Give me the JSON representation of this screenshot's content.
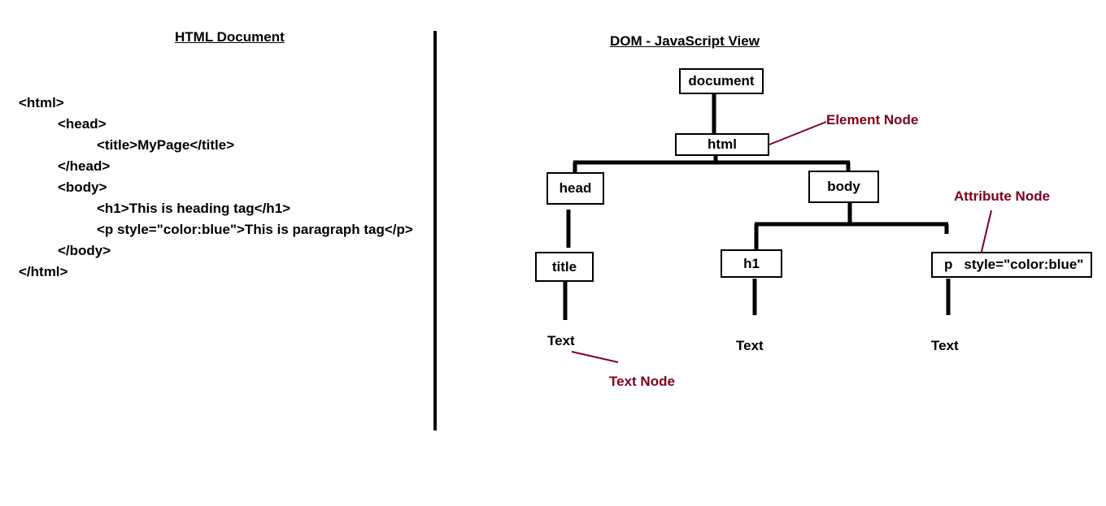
{
  "left_panel": {
    "heading": "HTML Document",
    "code_lines": [
      "<html>",
      "<head>",
      "<title>MyPage</title>",
      "</head>",
      "<body>",
      "<h1>This is heading tag</h1>",
      "<p style=\"color:blue\">This is paragraph tag</p>",
      "</body>",
      "</html>"
    ]
  },
  "right_panel": {
    "heading": "DOM - JavaScript View",
    "nodes": {
      "document": "document",
      "html": "html",
      "head": "head",
      "body": "body",
      "title": "title",
      "h1": "h1",
      "p_tag": "p",
      "p_attr": "style=\"color:blue\""
    },
    "text_nodes": [
      "Text",
      "Text",
      "Text"
    ],
    "annotations": {
      "element_node": "Element Node",
      "attribute_node": "Attribute Node",
      "text_node": "Text Node"
    }
  },
  "colors": {
    "annotation": "#800020",
    "lines": "#000000"
  }
}
